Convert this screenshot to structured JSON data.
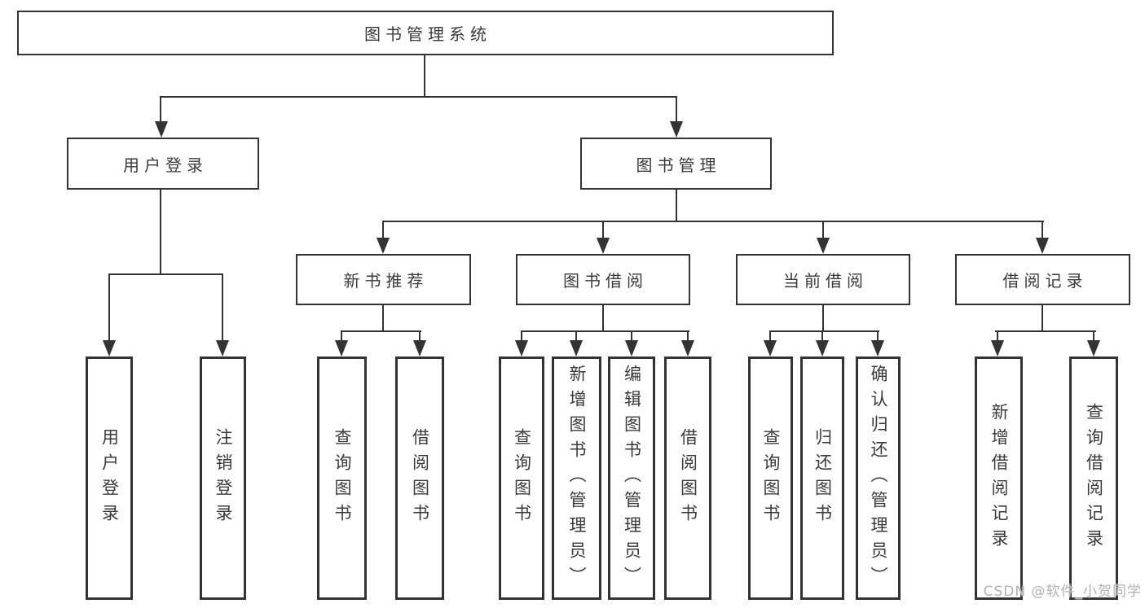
{
  "colors": {
    "line": "#333333",
    "text": "#3a3a3a",
    "watermark": "#a8a8a8",
    "background": "#ffffff"
  },
  "tree": {
    "root": {
      "label": "图书管理系统"
    },
    "branches": [
      {
        "label": "用户登录",
        "children": [
          {
            "label": "用户登录"
          },
          {
            "label": "注销登录"
          }
        ]
      },
      {
        "label": "图书管理",
        "sections": [
          {
            "label": "新书推荐",
            "children": [
              {
                "label": "查询图书"
              },
              {
                "label": "借阅图书"
              }
            ]
          },
          {
            "label": "图书借阅",
            "children": [
              {
                "label": "查询图书"
              },
              {
                "label": "新增图书（管理员）"
              },
              {
                "label": "编辑图书（管理员）"
              },
              {
                "label": "借阅图书"
              }
            ]
          },
          {
            "label": "当前借阅",
            "children": [
              {
                "label": "查询图书"
              },
              {
                "label": "归还图书"
              },
              {
                "label": "确认归还（管理员）"
              }
            ]
          },
          {
            "label": "借阅记录",
            "children": [
              {
                "label": "新增借阅记录"
              },
              {
                "label": "查询借阅记录"
              }
            ]
          }
        ]
      }
    ]
  },
  "watermark": {
    "text": "CSDN @软件_小贺同学"
  }
}
